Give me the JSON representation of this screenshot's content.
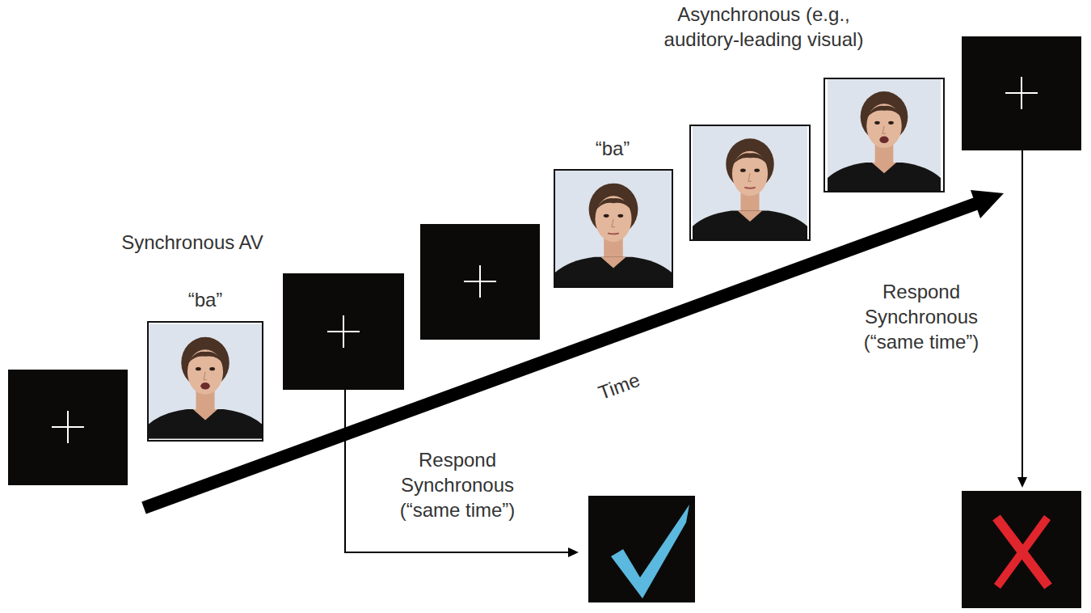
{
  "diagram": {
    "labels": [
      "Synchronous AV",
      "“ba”",
      "“ba”",
      "Asynchronous (e.g., auditory-leading visual)",
      "Time",
      "Respond Synchronous (“same time”)",
      "Respond Synchronous (“same time”)"
    ]
  }
}
